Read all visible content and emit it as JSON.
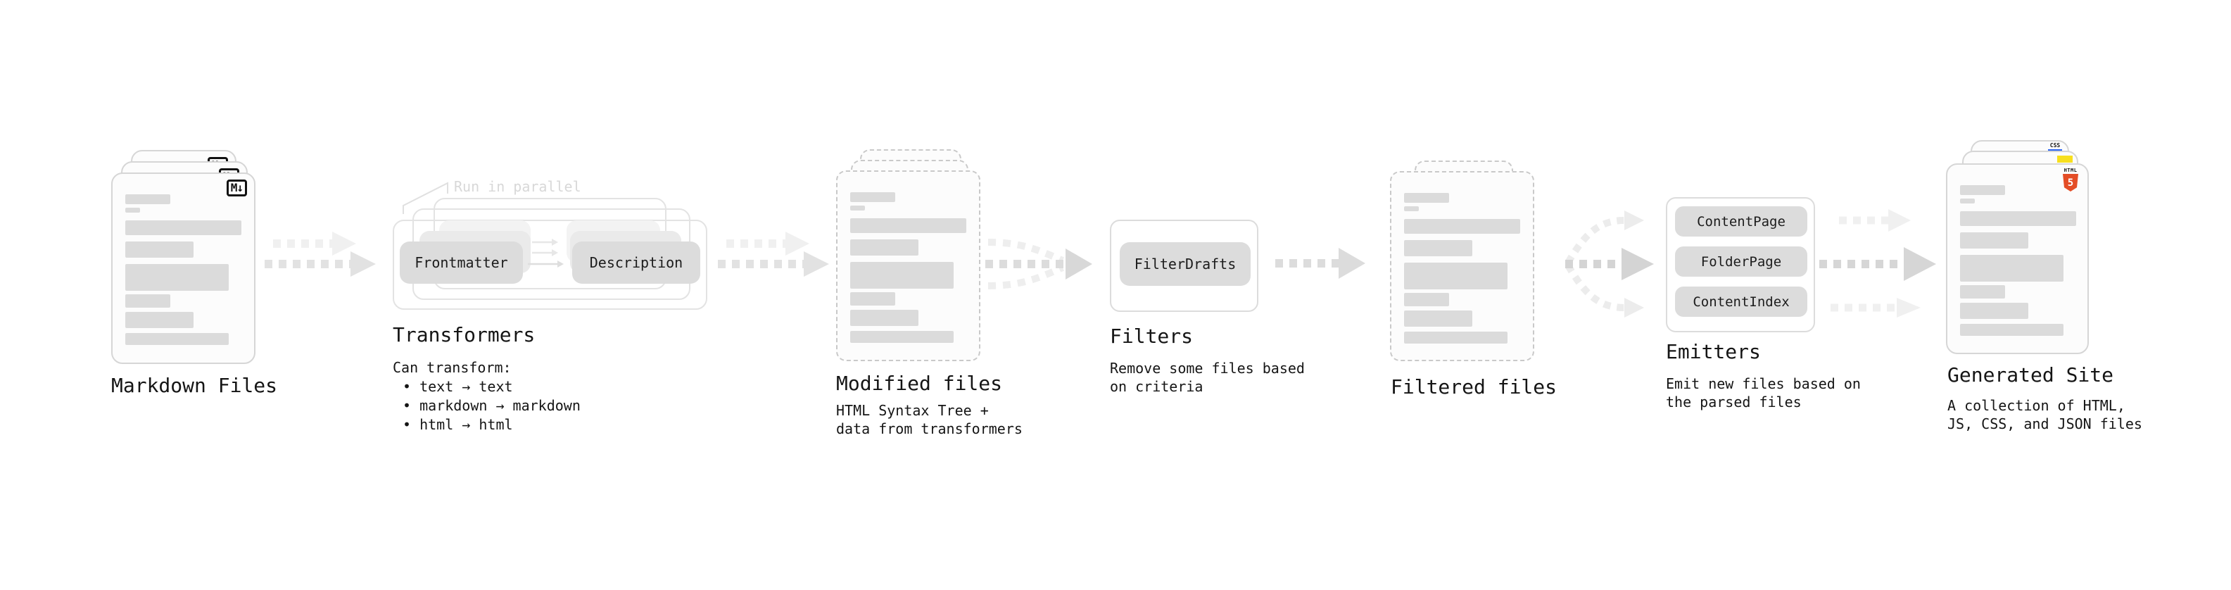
{
  "colors": {
    "accent-css-blue": "#2962f1",
    "accent-js-yellow": "#f7df1e",
    "accent-html-orange": "#e44d26",
    "bar-gray": "#dbdbdb",
    "pill-gray": "#dcdcdc",
    "arrow-dark": "#dfdfdf",
    "arrow-light": "#f0f0f0",
    "text": "#151515"
  },
  "stages": {
    "markdown": {
      "title": "Markdown Files",
      "icon_label": "M↓"
    },
    "transformers": {
      "annotation": "Run in parallel",
      "pills": [
        "Frontmatter",
        "Description"
      ],
      "title": "Transformers",
      "desc_heading": "Can transform:",
      "bullets": [
        "• text → text",
        "• markdown → markdown",
        "• html → html"
      ]
    },
    "modified": {
      "title": "Modified files",
      "desc": [
        "HTML Syntax Tree +",
        "data from transformers"
      ]
    },
    "filters": {
      "pill": "FilterDrafts",
      "title": "Filters",
      "desc": [
        "Remove some files based",
        "on criteria"
      ]
    },
    "filtered": {
      "title": "Filtered files"
    },
    "emitters": {
      "pills": [
        "ContentPage",
        "FolderPage",
        "ContentIndex"
      ],
      "title": "Emitters",
      "desc": [
        "Emit new files based on",
        "the parsed files"
      ]
    },
    "generated": {
      "title": "Generated Site",
      "desc": [
        "A collection of HTML,",
        "JS, CSS, and JSON files"
      ],
      "css_badge": "CSS",
      "html_badge": "HTML",
      "html_number": "5"
    }
  }
}
